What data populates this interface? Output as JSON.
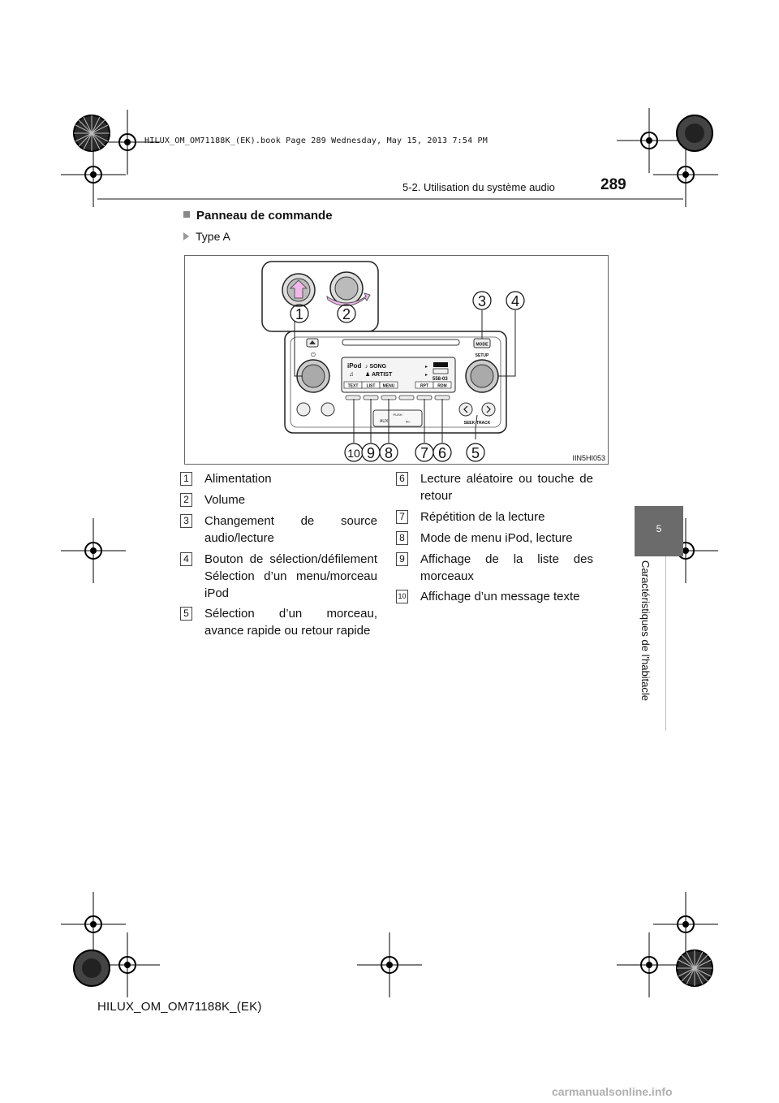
{
  "header": {
    "book_line": "HILUX_OM_OM71188K_(EK).book  Page 289  Wednesday, May 15, 2013  7:54 PM",
    "section": "5-2. Utilisation du système audio",
    "page_number": "289"
  },
  "side_tab": {
    "chapter_number": "5",
    "chapter_title": "Caractéristiques de l'habitacle"
  },
  "content": {
    "heading": "Panneau de commande",
    "subheading": "Type A",
    "figure": {
      "code": "IIN5HI053",
      "callouts": [
        "1",
        "2",
        "3",
        "4",
        "5",
        "6",
        "7",
        "8",
        "9",
        "10"
      ],
      "unit_labels": {
        "mode": "MODE",
        "setup": "SETUP",
        "seek_track": "SEEK·TRACK",
        "push": "PUSH",
        "aux": "AUX",
        "screen_source": "iPod",
        "song": "♪ SONG",
        "artist": "♟ ARTIST",
        "time": "558-03",
        "softkeys": [
          "TEXT",
          "LIST",
          "MENU",
          "",
          "RPT",
          "RDM"
        ]
      }
    },
    "legend_left": [
      {
        "num": "1",
        "text": "Alimentation"
      },
      {
        "num": "2",
        "text": "Volume"
      },
      {
        "num": "3",
        "text": "Changement de source audio/lecture"
      },
      {
        "num": "4",
        "text": "Bouton de sélection/défilement Sélection d’un menu/morceau iPod"
      },
      {
        "num": "5",
        "text": "Sélection d’un morceau, avance rapide ou retour rapide"
      }
    ],
    "legend_right": [
      {
        "num": "6",
        "text": "Lecture aléatoire ou touche de retour"
      },
      {
        "num": "7",
        "text": "Répétition de la lecture"
      },
      {
        "num": "8",
        "text": "Mode de menu iPod, lecture"
      },
      {
        "num": "9",
        "text": "Affichage de la liste des morceaux"
      },
      {
        "num": "10",
        "text": "Affichage d’un message texte"
      }
    ]
  },
  "footer": {
    "model_code": "HILUX_OM_OM71188K_(EK)",
    "watermark": "carmanualsonline.info"
  }
}
